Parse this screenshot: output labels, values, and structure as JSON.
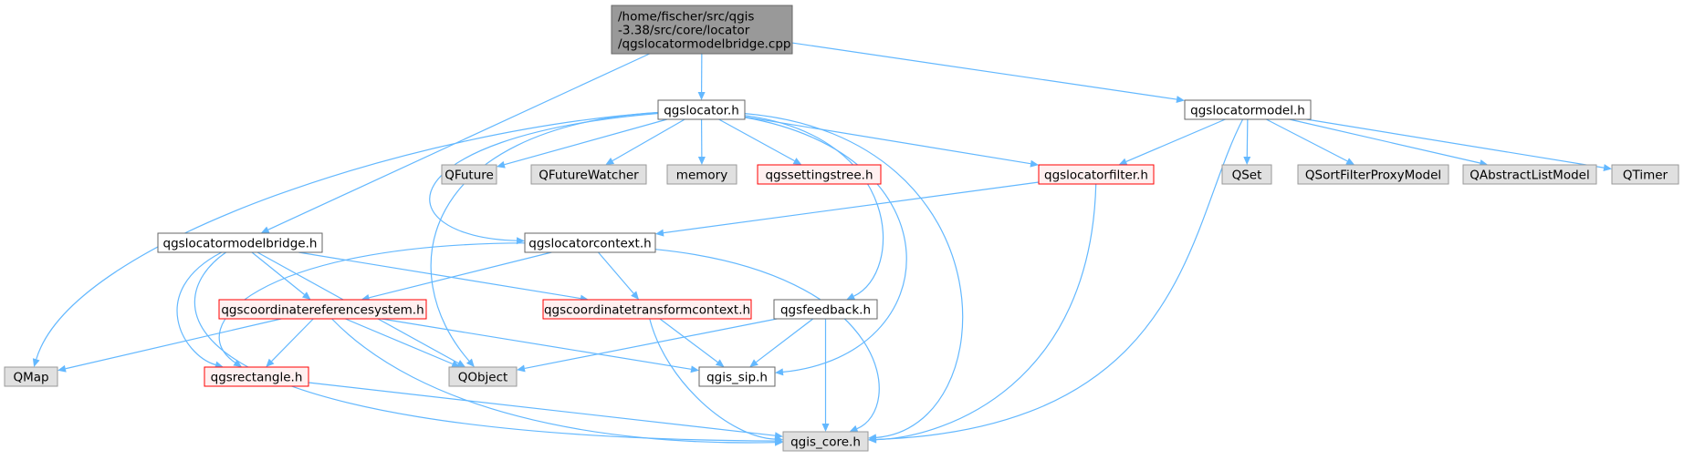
{
  "colors": {
    "edge": "#63b8ff",
    "root_fill": "#999999",
    "root_stroke": "#666666",
    "node_fill": "#ffffff",
    "node_stroke": "#666666",
    "external_fill": "#e0e0e0",
    "external_stroke": "#999999",
    "truncated_stroke": "#ff0000",
    "truncated_fill": "#fff0f0"
  },
  "nodes": [
    {
      "id": "root",
      "lines": [
        "/home/fischer/src/qgis",
        "-3.38/src/core/locator",
        "/qgslocatormodelbridge.cpp"
      ],
      "style": "root"
    },
    {
      "id": "qgslocator_h",
      "lines": [
        "qgslocator.h"
      ],
      "style": "normal"
    },
    {
      "id": "qgslocatormodel_h",
      "lines": [
        "qgslocatormodel.h"
      ],
      "style": "normal"
    },
    {
      "id": "QFuture",
      "lines": [
        "QFuture"
      ],
      "style": "external"
    },
    {
      "id": "QFutureWatcher",
      "lines": [
        "QFutureWatcher"
      ],
      "style": "external"
    },
    {
      "id": "memory",
      "lines": [
        "memory"
      ],
      "style": "external"
    },
    {
      "id": "qgssettingstree_h",
      "lines": [
        "qgssettingstree.h"
      ],
      "style": "truncated"
    },
    {
      "id": "qgslocatorfilter_h",
      "lines": [
        "qgslocatorfilter.h"
      ],
      "style": "truncated"
    },
    {
      "id": "QSet",
      "lines": [
        "QSet"
      ],
      "style": "external"
    },
    {
      "id": "QSortFilterProxyModel",
      "lines": [
        "QSortFilterProxyModel"
      ],
      "style": "external"
    },
    {
      "id": "QAbstractListModel",
      "lines": [
        "QAbstractListModel"
      ],
      "style": "external"
    },
    {
      "id": "QTimer",
      "lines": [
        "QTimer"
      ],
      "style": "external"
    },
    {
      "id": "qgslocatormodelbridge_h",
      "lines": [
        "qgslocatormodelbridge.h"
      ],
      "style": "normal"
    },
    {
      "id": "qgslocatorcontext_h",
      "lines": [
        "qgslocatorcontext.h"
      ],
      "style": "normal"
    },
    {
      "id": "qgscoordinatereferencesystem_h",
      "lines": [
        "qgscoordinatereferencesystem.h"
      ],
      "style": "truncated"
    },
    {
      "id": "qgscoordinatetransformcontext_h",
      "lines": [
        "qgscoordinatetransformcontext.h"
      ],
      "style": "truncated"
    },
    {
      "id": "qgsfeedback_h",
      "lines": [
        "qgsfeedback.h"
      ],
      "style": "normal"
    },
    {
      "id": "QMap",
      "lines": [
        "QMap"
      ],
      "style": "external"
    },
    {
      "id": "qgsrectangle_h",
      "lines": [
        "qgsrectangle.h"
      ],
      "style": "truncated"
    },
    {
      "id": "QObject",
      "lines": [
        "QObject"
      ],
      "style": "external"
    },
    {
      "id": "qgis_sip_h",
      "lines": [
        "qgis_sip.h"
      ],
      "style": "normal"
    },
    {
      "id": "qgis_core_h",
      "lines": [
        "qgis_core.h"
      ],
      "style": "external"
    }
  ],
  "edges": [
    {
      "from": "root",
      "to": "qgslocator_h"
    },
    {
      "from": "root",
      "to": "qgslocatormodel_h"
    },
    {
      "from": "root",
      "to": "qgslocatormodelbridge_h"
    },
    {
      "from": "qgslocator_h",
      "to": "QFuture"
    },
    {
      "from": "qgslocator_h",
      "to": "QFutureWatcher"
    },
    {
      "from": "qgslocator_h",
      "to": "memory"
    },
    {
      "from": "qgslocator_h",
      "to": "qgssettingstree_h"
    },
    {
      "from": "qgslocator_h",
      "to": "qgslocatorfilter_h"
    },
    {
      "from": "qgslocator_h",
      "to": "QMap"
    },
    {
      "from": "qgslocator_h",
      "to": "QObject"
    },
    {
      "from": "qgslocator_h",
      "to": "qgslocatorcontext_h"
    },
    {
      "from": "qgslocator_h",
      "to": "qgsfeedback_h"
    },
    {
      "from": "qgslocator_h",
      "to": "qgis_sip_h"
    },
    {
      "from": "qgslocator_h",
      "to": "qgis_core_h"
    },
    {
      "from": "qgslocatormodel_h",
      "to": "qgslocatorfilter_h"
    },
    {
      "from": "qgslocatormodel_h",
      "to": "QSet"
    },
    {
      "from": "qgslocatormodel_h",
      "to": "QSortFilterProxyModel"
    },
    {
      "from": "qgslocatormodel_h",
      "to": "QAbstractListModel"
    },
    {
      "from": "qgslocatormodel_h",
      "to": "QTimer"
    },
    {
      "from": "qgslocatormodel_h",
      "to": "qgis_core_h"
    },
    {
      "from": "qgslocatorfilter_h",
      "to": "qgslocatorcontext_h"
    },
    {
      "from": "qgslocatorfilter_h",
      "to": "qgis_core_h"
    },
    {
      "from": "qgslocatormodelbridge_h",
      "to": "qgscoordinatereferencesystem_h"
    },
    {
      "from": "qgslocatormodelbridge_h",
      "to": "qgscoordinatetransformcontext_h"
    },
    {
      "from": "qgslocatormodelbridge_h",
      "to": "qgsrectangle_h"
    },
    {
      "from": "qgslocatormodelbridge_h",
      "to": "QObject"
    },
    {
      "from": "qgslocatormodelbridge_h",
      "to": "qgis_core_h"
    },
    {
      "from": "qgslocatorcontext_h",
      "to": "qgscoordinatereferencesystem_h"
    },
    {
      "from": "qgslocatorcontext_h",
      "to": "qgscoordinatetransformcontext_h"
    },
    {
      "from": "qgslocatorcontext_h",
      "to": "qgsrectangle_h"
    },
    {
      "from": "qgslocatorcontext_h",
      "to": "qgis_core_h"
    },
    {
      "from": "qgscoordinatereferencesystem_h",
      "to": "QMap"
    },
    {
      "from": "qgscoordinatereferencesystem_h",
      "to": "qgsrectangle_h"
    },
    {
      "from": "qgscoordinatereferencesystem_h",
      "to": "QObject"
    },
    {
      "from": "qgscoordinatereferencesystem_h",
      "to": "qgis_sip_h"
    },
    {
      "from": "qgscoordinatereferencesystem_h",
      "to": "qgis_core_h"
    },
    {
      "from": "qgscoordinatetransformcontext_h",
      "to": "qgis_sip_h"
    },
    {
      "from": "qgscoordinatetransformcontext_h",
      "to": "qgis_core_h"
    },
    {
      "from": "qgsfeedback_h",
      "to": "QObject"
    },
    {
      "from": "qgsfeedback_h",
      "to": "qgis_sip_h"
    },
    {
      "from": "qgsfeedback_h",
      "to": "qgis_core_h"
    },
    {
      "from": "qgsrectangle_h",
      "to": "qgis_core_h"
    }
  ]
}
